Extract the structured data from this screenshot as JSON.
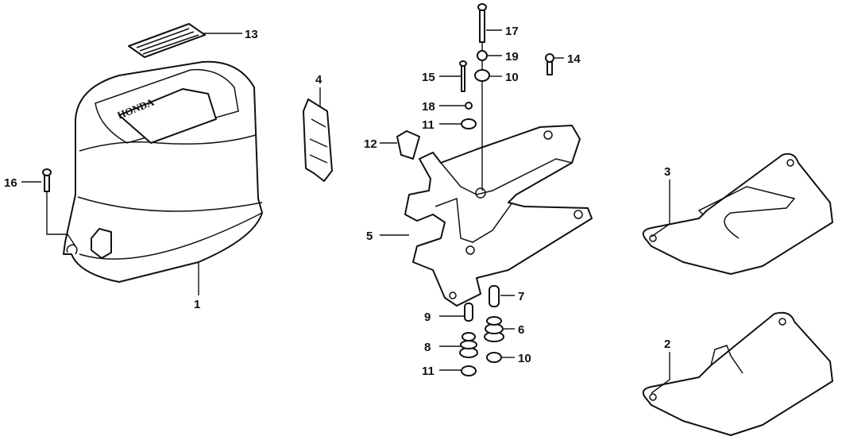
{
  "diagram": {
    "logo_text": "HONDA",
    "callouts": {
      "c13": "13",
      "c4": "4",
      "c16": "16",
      "c1": "1",
      "c12": "12",
      "c5": "5",
      "c17": "17",
      "c19": "19",
      "c14": "14",
      "c15": "15",
      "c10a": "10",
      "c18": "18",
      "c11a": "11",
      "c3": "3",
      "c7": "7",
      "c9": "9",
      "c6": "6",
      "c8": "8",
      "c10b": "10",
      "c11b": "11",
      "c2": "2"
    }
  }
}
